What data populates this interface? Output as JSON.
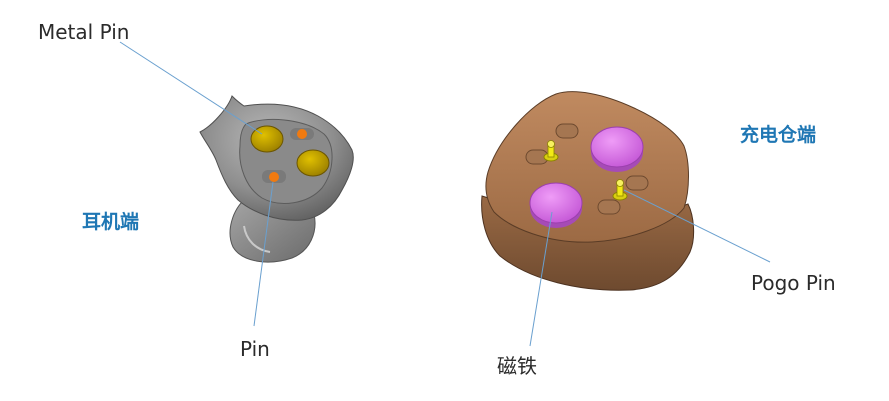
{
  "labels": {
    "metal_pin": "Metal Pin",
    "pin": "Pin",
    "pogo_pin": "Pogo Pin",
    "magnet": "磁铁"
  },
  "captions": {
    "earphone_side": "耳机端",
    "charging_case_side": "充电仓端"
  },
  "colors": {
    "leader_line": "#6aa0cf",
    "caption_blue": "#1f77b4",
    "earbud_body": "#9a9a9a",
    "metal_contact": "#c7a400",
    "pin_orange": "#f07a10",
    "case_body": "#a9764d",
    "magnet_purple": "#d86be8",
    "pogo_yellow": "#f2ea16"
  }
}
